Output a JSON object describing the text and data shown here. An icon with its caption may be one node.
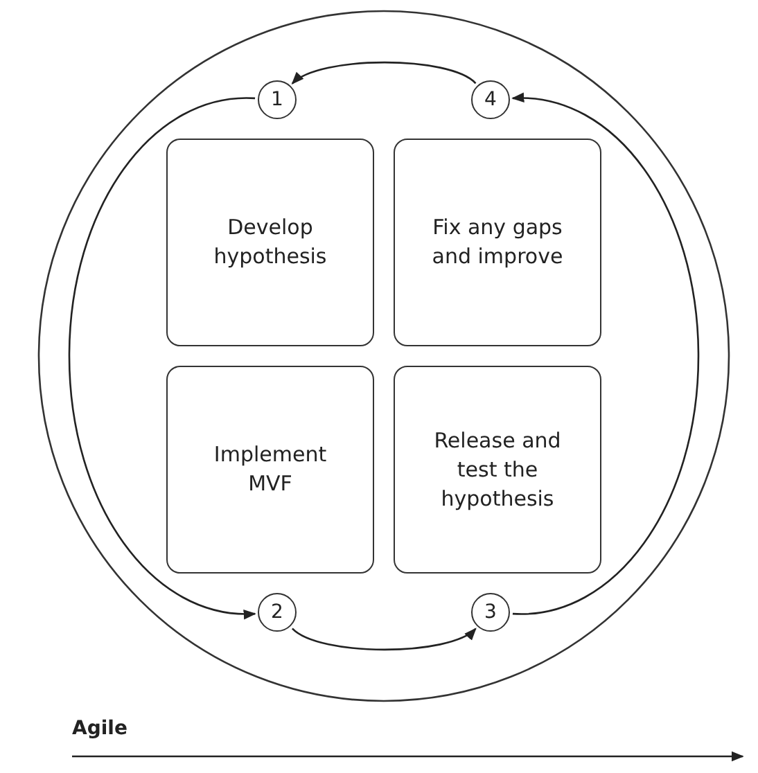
{
  "diagram": {
    "nodes": [
      {
        "text": [],
        "shape": "circle"
      },
      {
        "text": [
          "1"
        ],
        "in": 0
      },
      {
        "text": [
          "4"
        ],
        "in": 0
      },
      {
        "text": [
          "Develop hypothesis"
        ],
        "in": 0
      },
      {
        "text": [
          "Fix any gaps and improve"
        ],
        "in": 0
      },
      {
        "text": [
          "Implement MVF"
        ],
        "in": 0
      },
      {
        "text": [
          "Release and test the hypothesis"
        ],
        "in": 0
      },
      {
        "text": [
          "2"
        ],
        "in": 0
      },
      {
        "text": [
          "3"
        ],
        "in": 0
      }
    ],
    "edges": [
      {
        "from": 2,
        "to": 1,
        "arrow": "to"
      },
      {
        "from": 1,
        "to": 7,
        "arrow": "to"
      },
      {
        "from": 7,
        "to": 8,
        "arrow": "to"
      },
      {
        "from": 8,
        "to": 2,
        "arrow": "to"
      }
    ],
    "labels": [
      "Agile"
    ]
  }
}
